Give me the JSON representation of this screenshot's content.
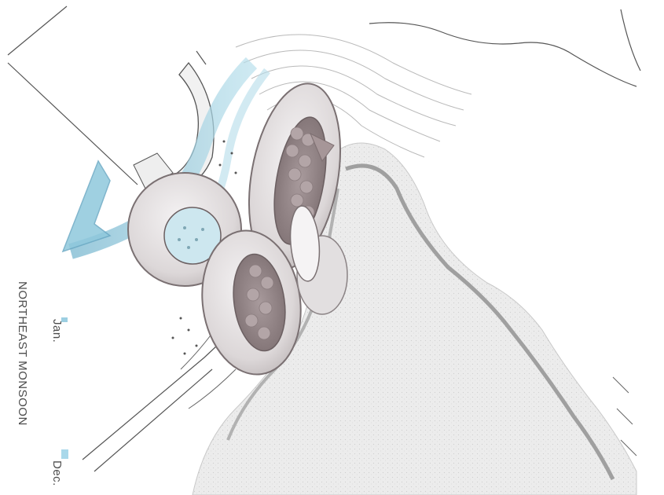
{
  "legend": {
    "title": "NORTHEAST MONSOON",
    "start_month": "Jan.",
    "end_month": "Dec.",
    "swatch_color_start": "#9ccfe2",
    "swatch_color_end": "#a9d8ea"
  },
  "colors": {
    "wind": "#8fc8dc",
    "wind_dark": "#6aa9c4",
    "building": "#e7e5e6",
    "building_shadow": "#b7b1b2",
    "building_inner": "#9a8c8e",
    "terrain": "#ebebeb",
    "terrain_ridge": "#8d8d8d",
    "line": "#4a4a4a"
  }
}
